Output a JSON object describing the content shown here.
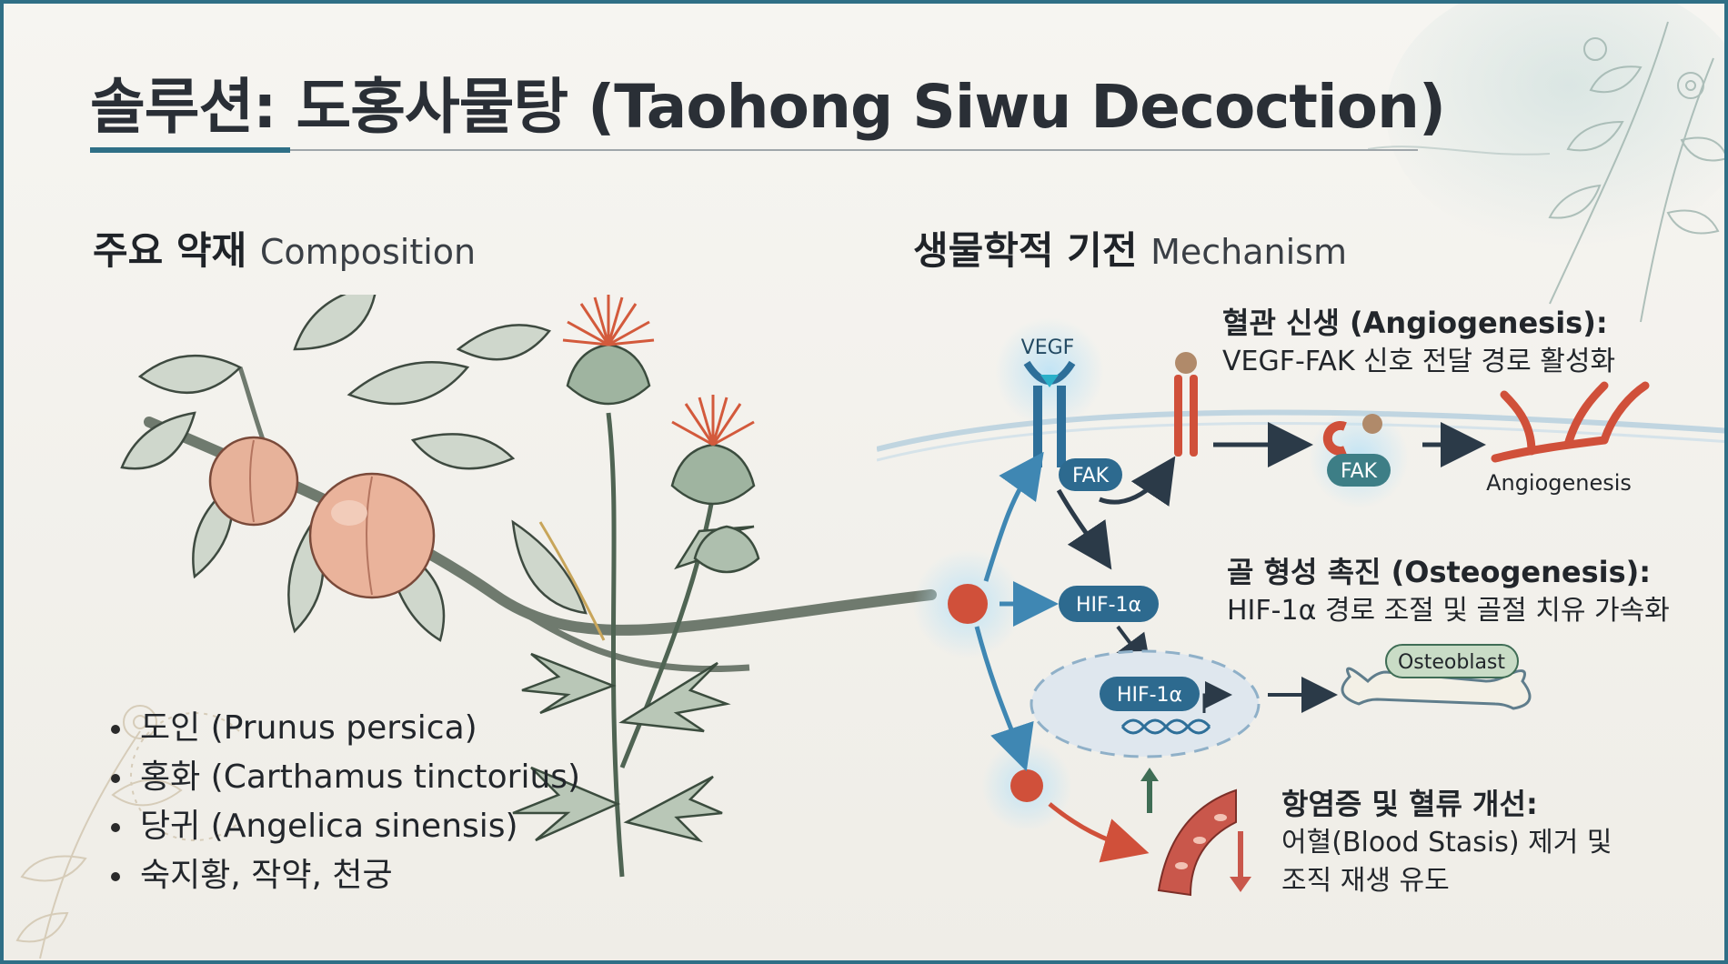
{
  "title": "솔루션: 도홍사물탕 (Taohong Siwu Decoction)",
  "composition": {
    "heading_ko": "주요 약재",
    "heading_en": "Composition",
    "items": [
      "도인 (Prunus persica)",
      "홍화 (Carthamus tinctorius)",
      "당귀 (Angelica sinensis)",
      "숙지황, 작약, 천궁"
    ]
  },
  "mechanism": {
    "heading_ko": "생물학적 기전",
    "heading_en": "Mechanism",
    "angiogenesis": {
      "title": "혈관 신생 (Angiogenesis):",
      "desc": "VEGF-FAK 신호 전달 경로 활성화"
    },
    "osteogenesis": {
      "title": "골 형성 촉진 (Osteogenesis):",
      "desc": "HIF-1α 경로 조절 및 골절 치유 가속화"
    },
    "antiinflammation": {
      "title": "항염증 및 혈류 개선:",
      "desc_line1": "어혈(Blood Stasis) 제거 및",
      "desc_line2": "조직 재생 유도"
    }
  },
  "diagram_labels": {
    "vegf": "VEGF",
    "fak_1": "FAK",
    "fak_2": "FAK",
    "angiogenesis": "Angiogenesis",
    "hif_1": "HIF-1α",
    "hif_2": "HIF-1α",
    "osteoblast": "Osteoblast"
  },
  "colors": {
    "frame": "#2f6f86",
    "title_text": "#2a2f36",
    "receptor_blue": "#2e6f99",
    "pill_blue": "#2d6a8f",
    "accent_red": "#d0503a",
    "arrow_dark": "#2b3a48",
    "glow": "#bfe3f5"
  }
}
